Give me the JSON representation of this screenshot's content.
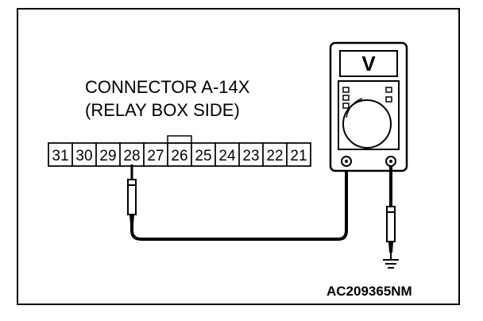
{
  "connector": {
    "title": "CONNECTOR A-14X",
    "side": "(RELAY BOX SIDE)",
    "pins": [
      "31",
      "30",
      "29",
      "28",
      "27",
      "26",
      "25",
      "24",
      "23",
      "22",
      "21"
    ]
  },
  "meter": {
    "display_symbol": "V"
  },
  "figure_code": "AC209365NM"
}
